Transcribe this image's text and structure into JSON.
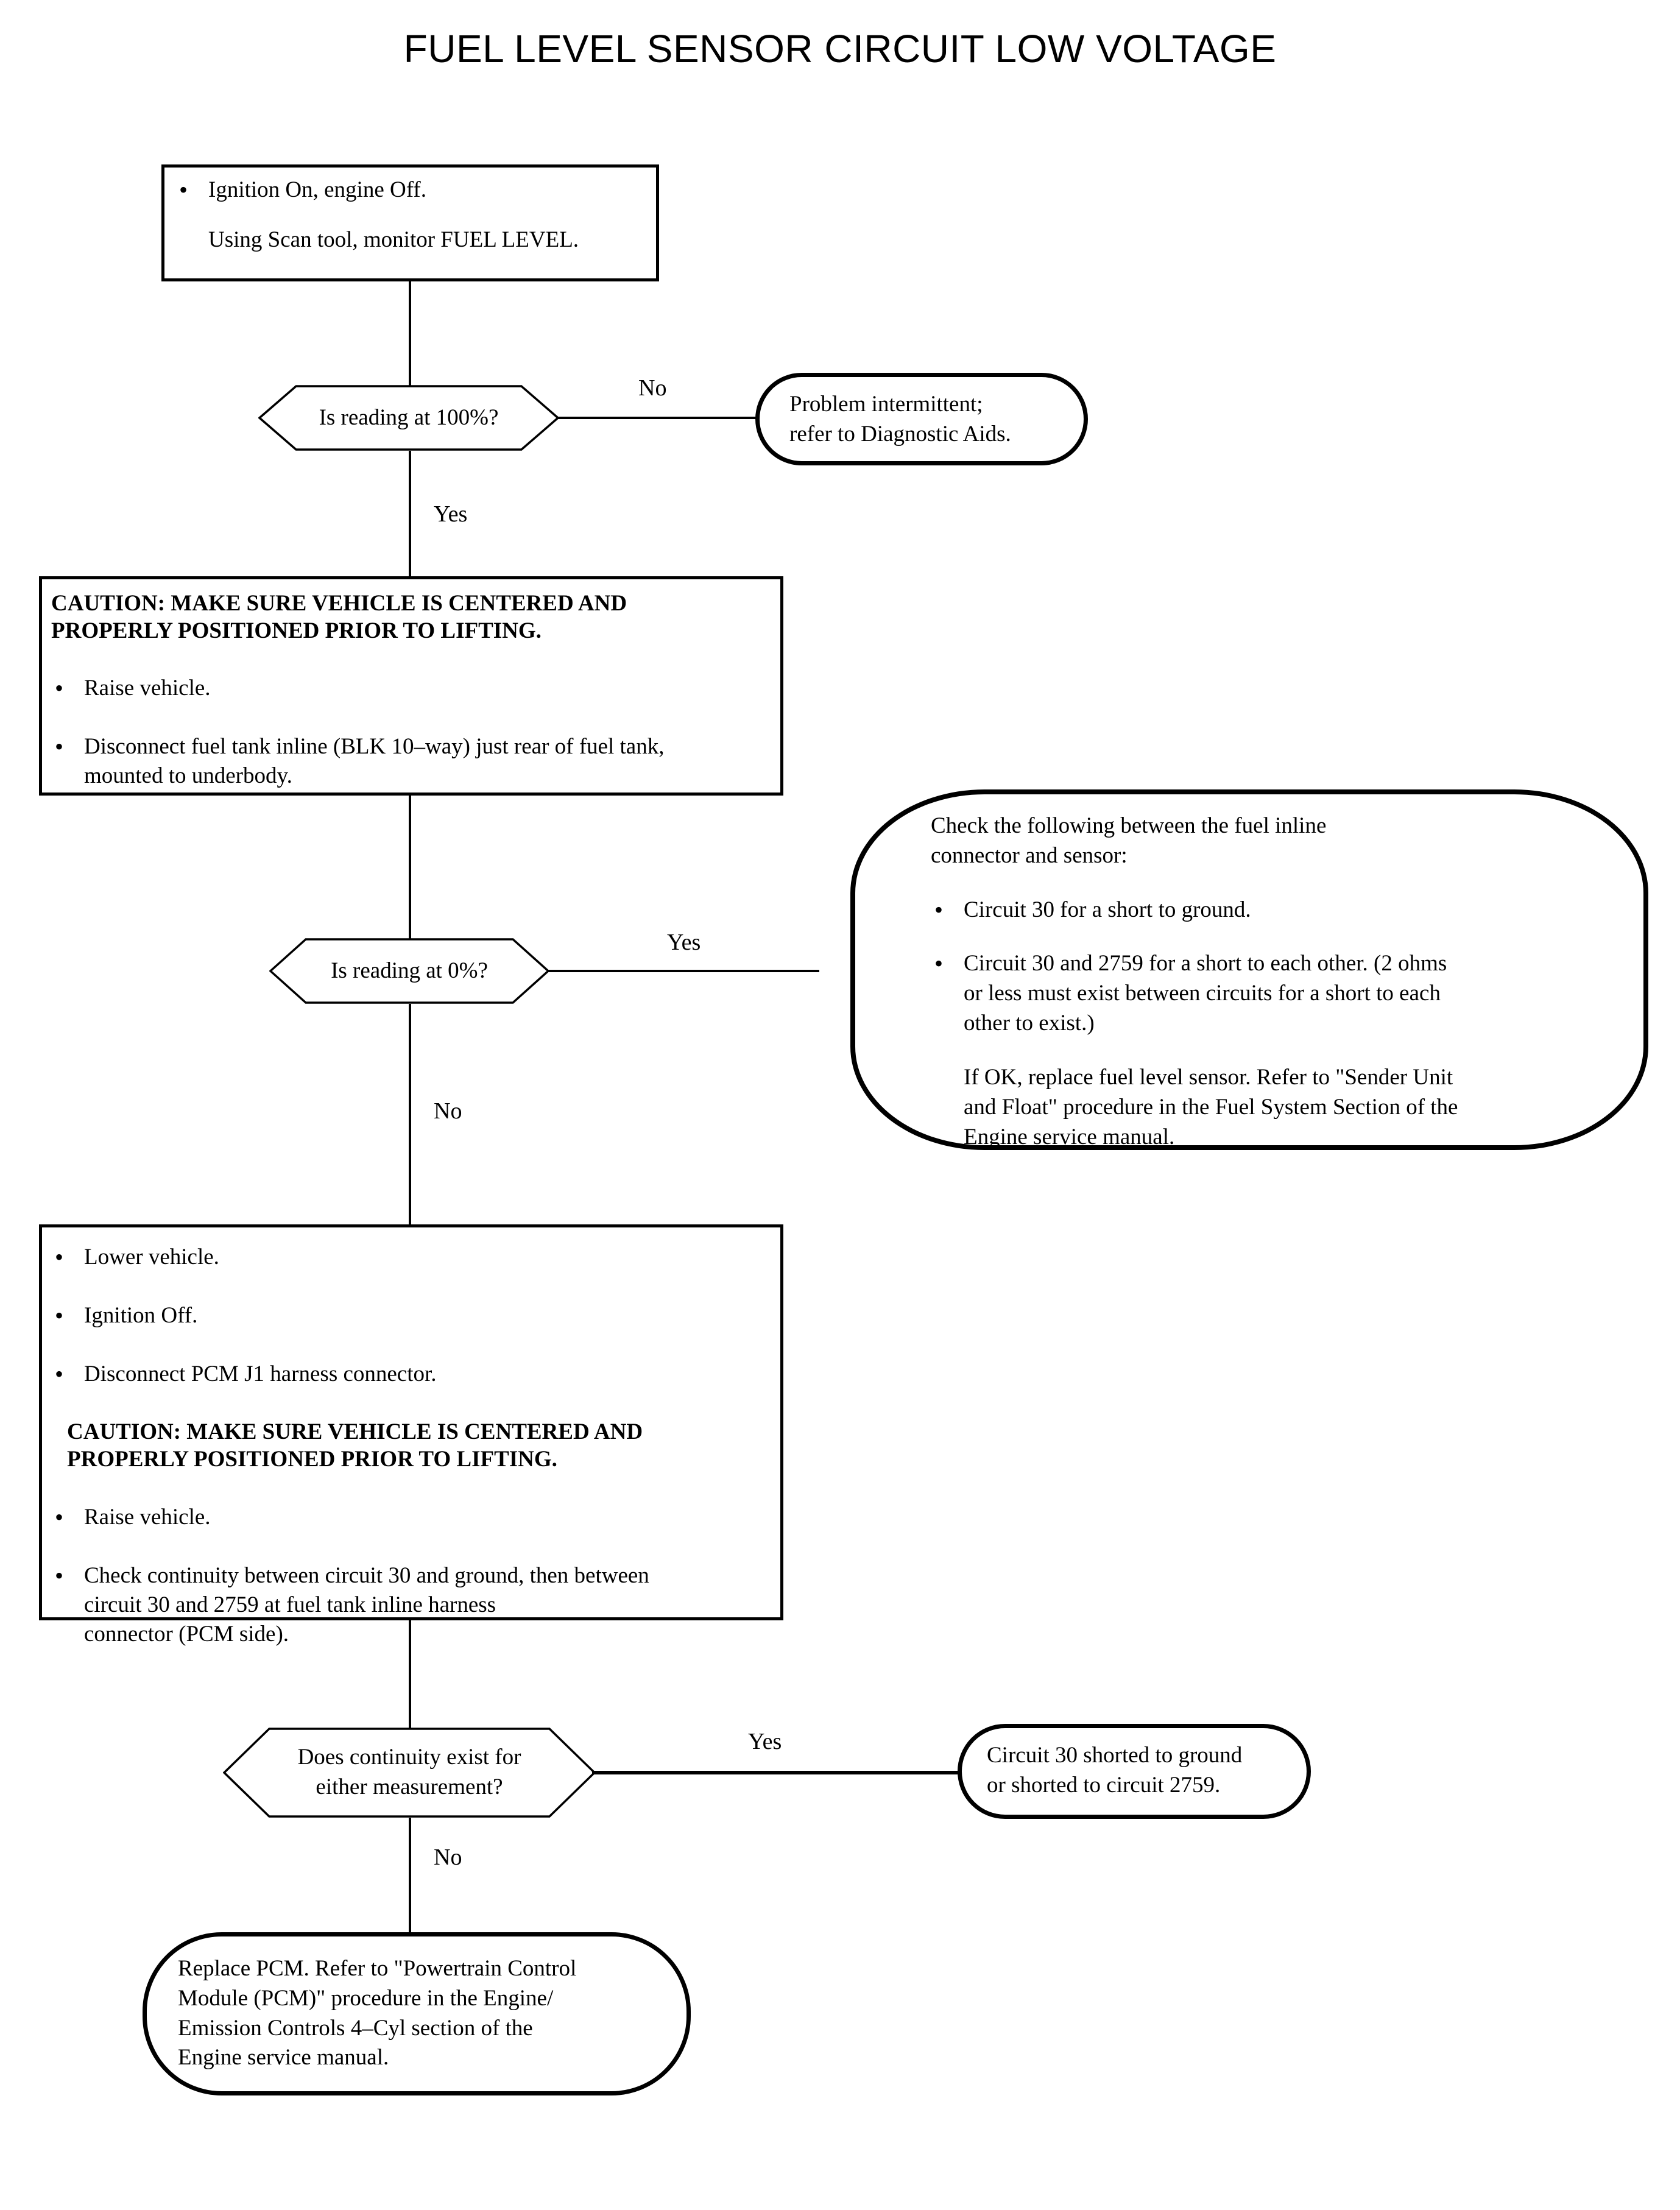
{
  "title": "FUEL LEVEL SENSOR CIRCUIT LOW VOLTAGE",
  "nodes": {
    "step1": {
      "bullet1": "Ignition On, engine Off.",
      "line2": "Using Scan tool, monitor FUEL LEVEL."
    },
    "decision1": {
      "text": "Is reading at 100%?",
      "yes_label": "Yes",
      "no_label": "No"
    },
    "outcome1": {
      "line1": "Problem intermittent;",
      "line2": "refer to Diagnostic Aids."
    },
    "step2": {
      "caution_line1": "CAUTION:  MAKE SURE VEHICLE IS CENTERED AND",
      "caution_line2": "PROPERLY POSITIONED PRIOR TO LIFTING.",
      "bullet1": "Raise vehicle.",
      "bullet2_line1": "Disconnect fuel tank inline (BLK 10–way) just rear of fuel tank,",
      "bullet2_line2": "mounted to underbody."
    },
    "decision2": {
      "text": "Is reading at 0%?",
      "yes_label": "Yes",
      "no_label": "No"
    },
    "outcome2": {
      "intro_line1": "Check the following between the fuel inline",
      "intro_line2": "connector and sensor:",
      "bullet1": "Circuit 30 for a short to ground.",
      "bullet2_line1": "Circuit 30 and 2759 for a short to each other. (2 ohms",
      "bullet2_line2": "or less must exist between circuits for a short to each",
      "bullet2_line3": "other to exist.)",
      "note_line1": "If OK, replace fuel level sensor. Refer to \"Sender Unit",
      "note_line2": "and Float\" procedure in the Fuel System Section of the",
      "note_line3": "Engine service manual."
    },
    "step3": {
      "bullet1": "Lower vehicle.",
      "bullet2": "Ignition Off.",
      "bullet3": "Disconnect PCM J1 harness connector.",
      "caution_line1": "CAUTION:  MAKE SURE VEHICLE IS CENTERED AND",
      "caution_line2": "PROPERLY POSITIONED PRIOR TO LIFTING.",
      "bullet4": "Raise vehicle.",
      "bullet5_line1": "Check continuity between circuit 30 and ground, then between",
      "bullet5_line2": "circuit 30 and 2759 at fuel tank inline harness",
      "bullet5_line3": "connector (PCM side)."
    },
    "decision3": {
      "text_line1": "Does continuity exist for",
      "text_line2": "either measurement?",
      "yes_label": "Yes",
      "no_label": "No"
    },
    "outcome3": {
      "line1": "Circuit 30 shorted to ground",
      "line2": "or shorted to circuit 2759."
    },
    "outcome4": {
      "line1": "Replace PCM. Refer to \"Powertrain Control",
      "line2": "Module (PCM)\" procedure in the Engine/",
      "line3": "Emission Controls 4–Cyl section of the",
      "line4": "Engine service manual."
    }
  },
  "colors": {
    "ink": "#000000",
    "paper": "#ffffff"
  }
}
